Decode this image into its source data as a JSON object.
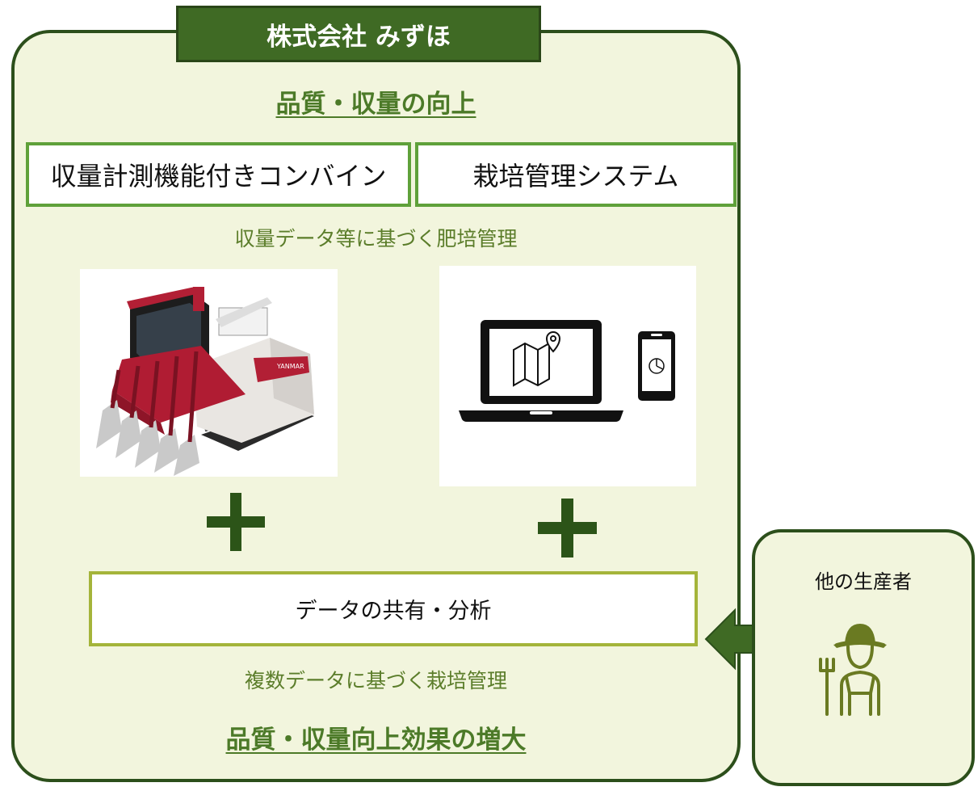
{
  "company": {
    "name": "株式会社 みずほ"
  },
  "headings": {
    "top": "品質・収量の向上",
    "bottom": "品質・収量向上効果の増大"
  },
  "systems": {
    "combine": "収量計測機能付きコンバイン",
    "management": "栽培管理システム"
  },
  "notes": {
    "yield_based": "収量データ等に基づく肥培管理",
    "multi_data": "複数データに基づく栽培管理"
  },
  "combine_image": {
    "brand": "YANMAR"
  },
  "sharing": {
    "label": "データの共有・分析"
  },
  "producers": {
    "label": "他の生産者"
  },
  "colors": {
    "panel_bg": "#f2f5dd",
    "panel_border": "#2c4f1b",
    "title_bg": "#3f6a24",
    "heading": "#4c7a28",
    "box_border": "#5fa13a",
    "share_border": "#a4b43a",
    "plus": "#2c5418",
    "arrow": "#3f6a24",
    "farmer_icon": "#6a7a22"
  },
  "icons": [
    "plus-icon",
    "bidirectional-arrow-icon",
    "farmer-icon",
    "laptop-map-icon",
    "smartphone-chart-icon",
    "map-pin-icon",
    "combine-harvester-image"
  ]
}
